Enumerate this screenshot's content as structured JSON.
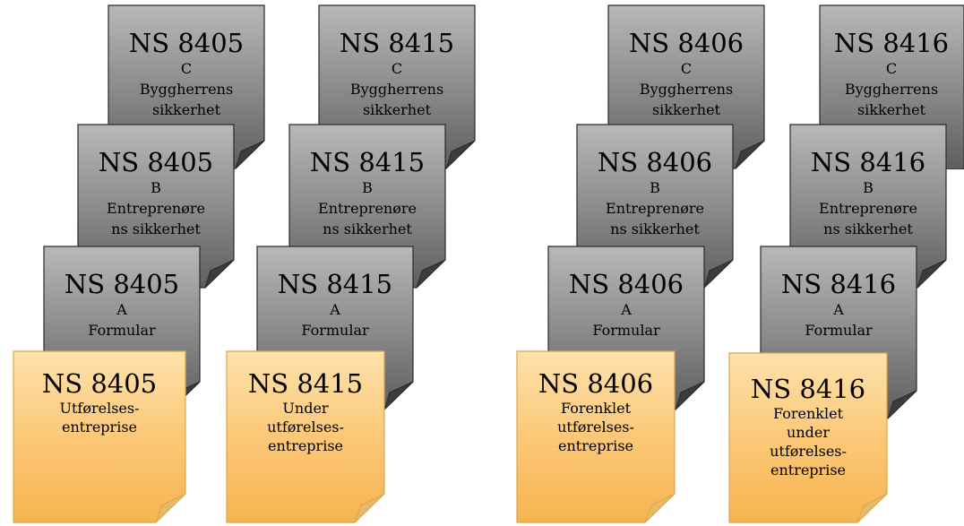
{
  "columns": [
    {
      "code": "NS 8405",
      "c_parts": [
        "C",
        "Byggherrens",
        "sikkerhet"
      ],
      "b_parts": [
        "B",
        "Entreprenøre",
        "ns sikkerhet"
      ],
      "a_parts": [
        "A",
        "Formular"
      ],
      "main_parts": [
        "Utførelses-",
        "entreprise"
      ]
    },
    {
      "code": "NS 8415",
      "c_parts": [
        "C",
        "Byggherrens",
        "sikkerhet"
      ],
      "b_parts": [
        "B",
        "Entreprenøre",
        "ns sikkerhet"
      ],
      "a_parts": [
        "A",
        "Formular"
      ],
      "main_parts": [
        "Under",
        "utførelses-",
        "entreprise"
      ]
    },
    {
      "code": "NS 8406",
      "c_parts": [
        "C",
        "Byggherrens",
        "sikkerhet"
      ],
      "b_parts": [
        "B",
        "Entreprenøre",
        "ns sikkerhet"
      ],
      "a_parts": [
        "A",
        "Formular"
      ],
      "main_parts": [
        "Forenklet",
        "utførelses-",
        "entreprise"
      ]
    },
    {
      "code": "NS 8416",
      "c_parts": [
        "C",
        "Byggherrens",
        "sikkerhet"
      ],
      "b_parts": [
        "B",
        "Entreprenøre",
        "ns sikkerhet"
      ],
      "a_parts": [
        "A",
        "Formular"
      ],
      "main_parts": [
        "Forenklet",
        "under",
        "utførelses-",
        "entreprise"
      ]
    }
  ],
  "colors": {
    "gray_top": "#b8b8b8",
    "gray_mid": "#8c8c8c",
    "gray_bottom": "#5e5e5e",
    "gold_top": "#fde2ac",
    "gold_mid": "#fcc878",
    "gold_bottom": "#f6b44f",
    "gold_border": "#d9a64a"
  }
}
